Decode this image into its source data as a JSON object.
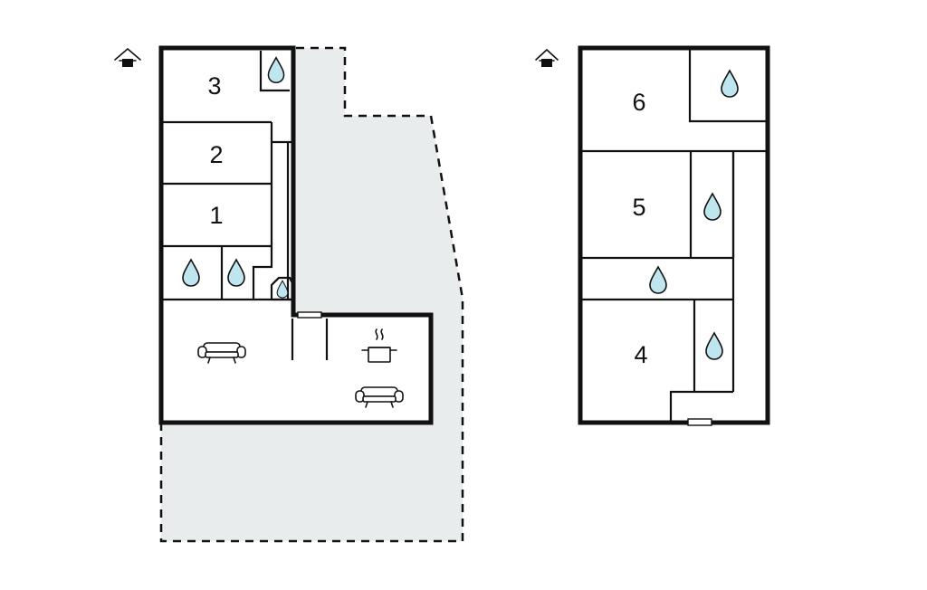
{
  "floors": [
    {
      "id": "ground-floor",
      "rooms": [
        {
          "label": "3",
          "type": "bedroom"
        },
        {
          "label": "2",
          "type": "bedroom"
        },
        {
          "label": "1",
          "type": "bedroom"
        }
      ],
      "bathroom_icon_count": 4,
      "furniture": [
        "sofa-icon",
        "sofa-icon",
        "cooking-pot-icon"
      ],
      "entrance_icon": "house-entrance-icon",
      "has_terrace": true
    },
    {
      "id": "upper-floor",
      "rooms": [
        {
          "label": "6",
          "type": "bedroom"
        },
        {
          "label": "5",
          "type": "bedroom"
        },
        {
          "label": "4",
          "type": "bedroom"
        }
      ],
      "bathroom_icon_count": 4,
      "entrance_icon": "house-entrance-icon",
      "has_terrace": false
    }
  ],
  "colors": {
    "wall": "#111111",
    "water_drop": "#bfe6ee",
    "terrace": "#e9ecec",
    "background": "#ffffff"
  }
}
